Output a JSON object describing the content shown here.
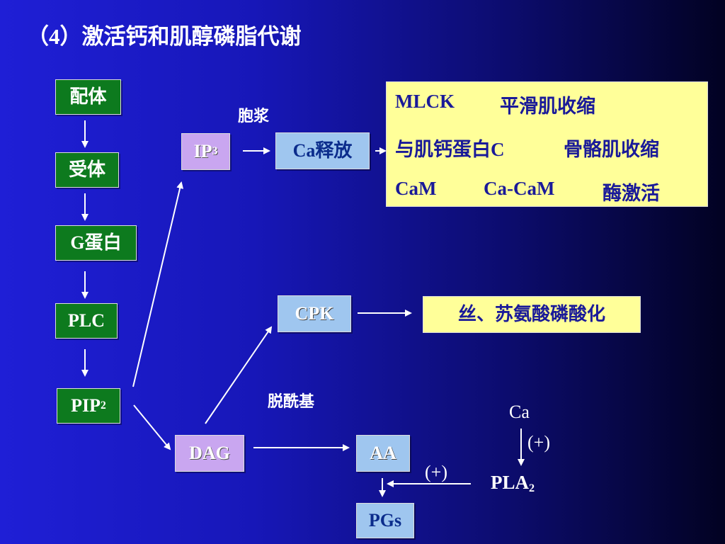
{
  "title": "（4）激活钙和肌醇磷脂代谢",
  "nodes": {
    "ligand": "配体",
    "receptor": "受体",
    "g_protein": "G蛋白",
    "plc": "PLC",
    "pip2_main": "PIP",
    "pip2_sub": "2",
    "ip3_main": "IP",
    "ip3_sub": "3",
    "ca_release": "Ca释放",
    "cpk": "CPK",
    "dag": "DAG",
    "aa": "AA",
    "pgs": "PGs",
    "pla2_main": "PLA",
    "pla2_sub": "2",
    "ca": "Ca"
  },
  "labels": {
    "cytoplasm": "胞浆",
    "deacyl": "脱酰基",
    "plus_top": "(+)",
    "plus_left": "(+)"
  },
  "effects_box": {
    "rows": [
      {
        "a": "MLCK",
        "b": "平滑肌收缩"
      },
      {
        "a": "与肌钙蛋白C",
        "b": "骨骼肌收缩"
      },
      {
        "a": "CaM",
        "b": "Ca-CaM",
        "c": "酶激活"
      }
    ]
  },
  "phospho_box": "丝、苏氨酸磷酸化",
  "colors": {
    "green_box": "#0d7a1e",
    "purple_box": "#c9a6f0",
    "light_blue_box": "#9fc6ef",
    "yellow_box": "#ffff99",
    "box_text_blue": "#1a1a99"
  }
}
